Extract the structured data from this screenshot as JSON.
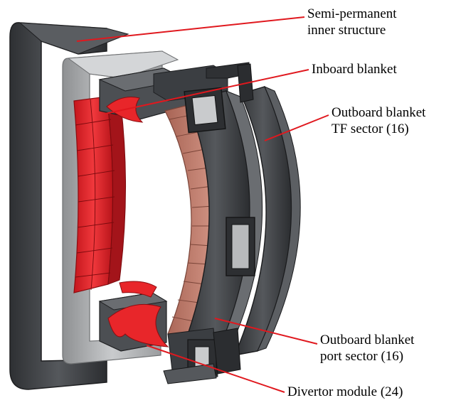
{
  "labels": {
    "semi_permanent": [
      "Semi-permanent",
      "inner structure"
    ],
    "inboard_blanket": [
      "Inboard blanket"
    ],
    "outboard_tf": [
      "Outboard blanket",
      "TF sector (16)"
    ],
    "outboard_port": [
      "Outboard blanket",
      "port sector (16)"
    ],
    "divertor": [
      "Divertor module (24)"
    ]
  },
  "colors": {
    "leader_line": "#e0181e",
    "blanket_red": "#e8262a",
    "copper_tile": "#c07a6a",
    "structure_dark": "#474a4e",
    "structure_light": "#b4b6b8"
  }
}
